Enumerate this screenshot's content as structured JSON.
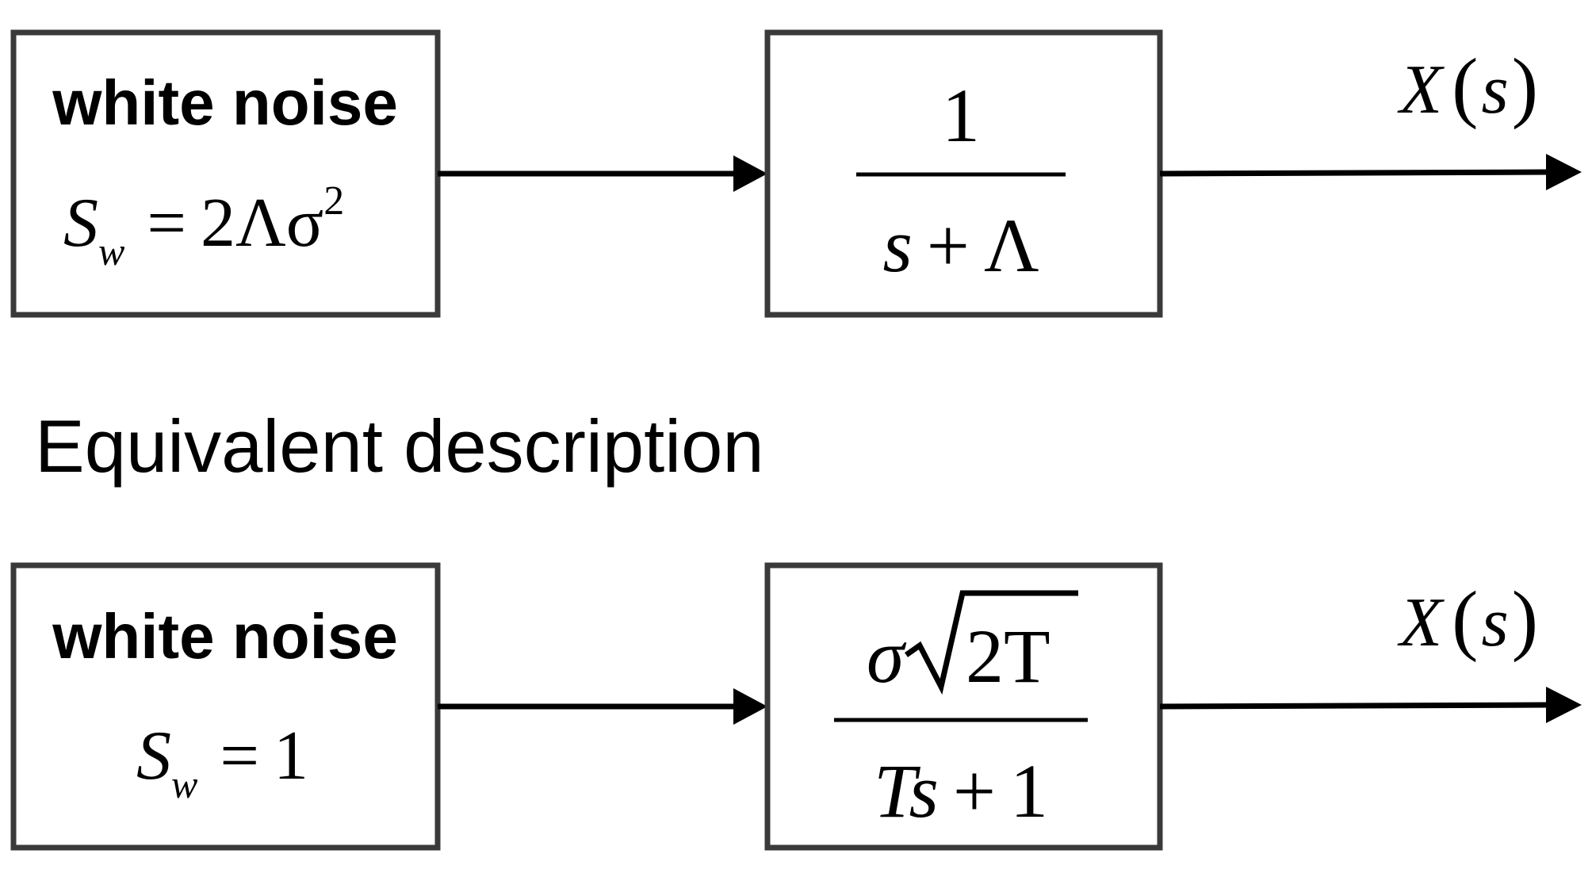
{
  "top_row": {
    "source_box": {
      "title": "white noise",
      "psd_symbol": "S",
      "psd_subscript": "w",
      "psd_equals": "=",
      "psd_value": "2Λσ",
      "psd_exponent": "2"
    },
    "transfer_box": {
      "numerator": "1",
      "denominator_s": "s",
      "denominator_op": "+",
      "denominator_lambda": "Λ"
    },
    "output": {
      "symbol": "X",
      "open_paren": "(",
      "arg": "s",
      "close_paren": ")"
    }
  },
  "caption": "Equivalent description",
  "bottom_row": {
    "source_box": {
      "title": "white noise",
      "psd_symbol": "S",
      "psd_subscript": "w",
      "psd_equals": "=",
      "psd_value": "1"
    },
    "transfer_box": {
      "numerator_sigma": "σ",
      "numerator_radicand": "2T",
      "denominator_Ts": "Ts",
      "denominator_op": "+",
      "denominator_one": "1"
    },
    "output": {
      "symbol": "X",
      "open_paren": "(",
      "arg": "s",
      "close_paren": ")"
    }
  }
}
